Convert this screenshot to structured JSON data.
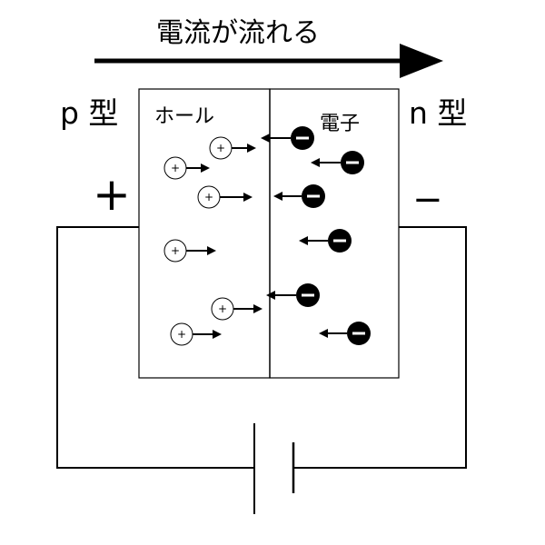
{
  "diagram": {
    "current_label": "電流が流れる",
    "p_type_label": "p 型",
    "n_type_label": "n 型",
    "hole_label": "ホール",
    "electron_label": "電子",
    "positive_terminal": "+",
    "negative_terminal": "−",
    "hole_symbol": "+"
  }
}
